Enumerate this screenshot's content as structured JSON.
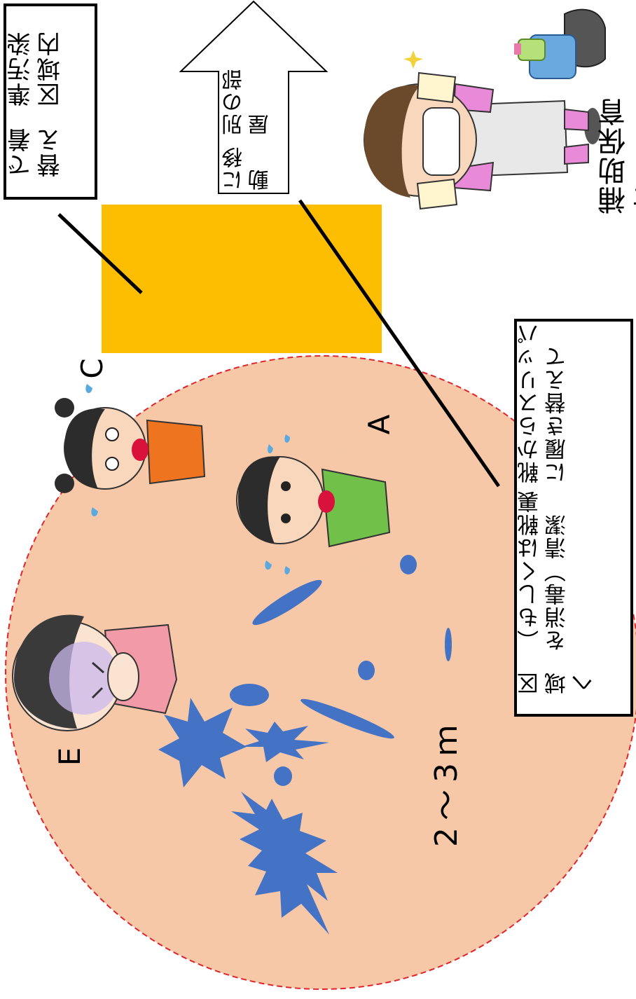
{
  "labels": {
    "semi_contaminated_box": [
      "準汚染区域内",
      "で着替え"
    ],
    "move_room_arrow": [
      "別の部屋",
      "に移動"
    ],
    "assistant_caption": "補助保育士",
    "shoes_box": [
      "靴からスリッパに履き替えて",
      "（もしくは靴裏を消毒）清潔",
      "区域へ"
    ],
    "child_a": "A",
    "child_c": "C",
    "child_e": "E",
    "distance": "2～3ｍ"
  },
  "colors": {
    "zone_fill": "#f6c8a8",
    "zone_border": "#e0242a",
    "door": "#fdbd00",
    "splash": "#4472c4"
  },
  "icons": {
    "child_a": "surprised-boy-green-shirt",
    "child_c": "surprised-girl-orange-shirt",
    "child_e": "vomiting-girl-pink-shirt",
    "assistant": "caregiver-mask-gloves-apron",
    "supplies": "bucket-bottle-cloth"
  }
}
